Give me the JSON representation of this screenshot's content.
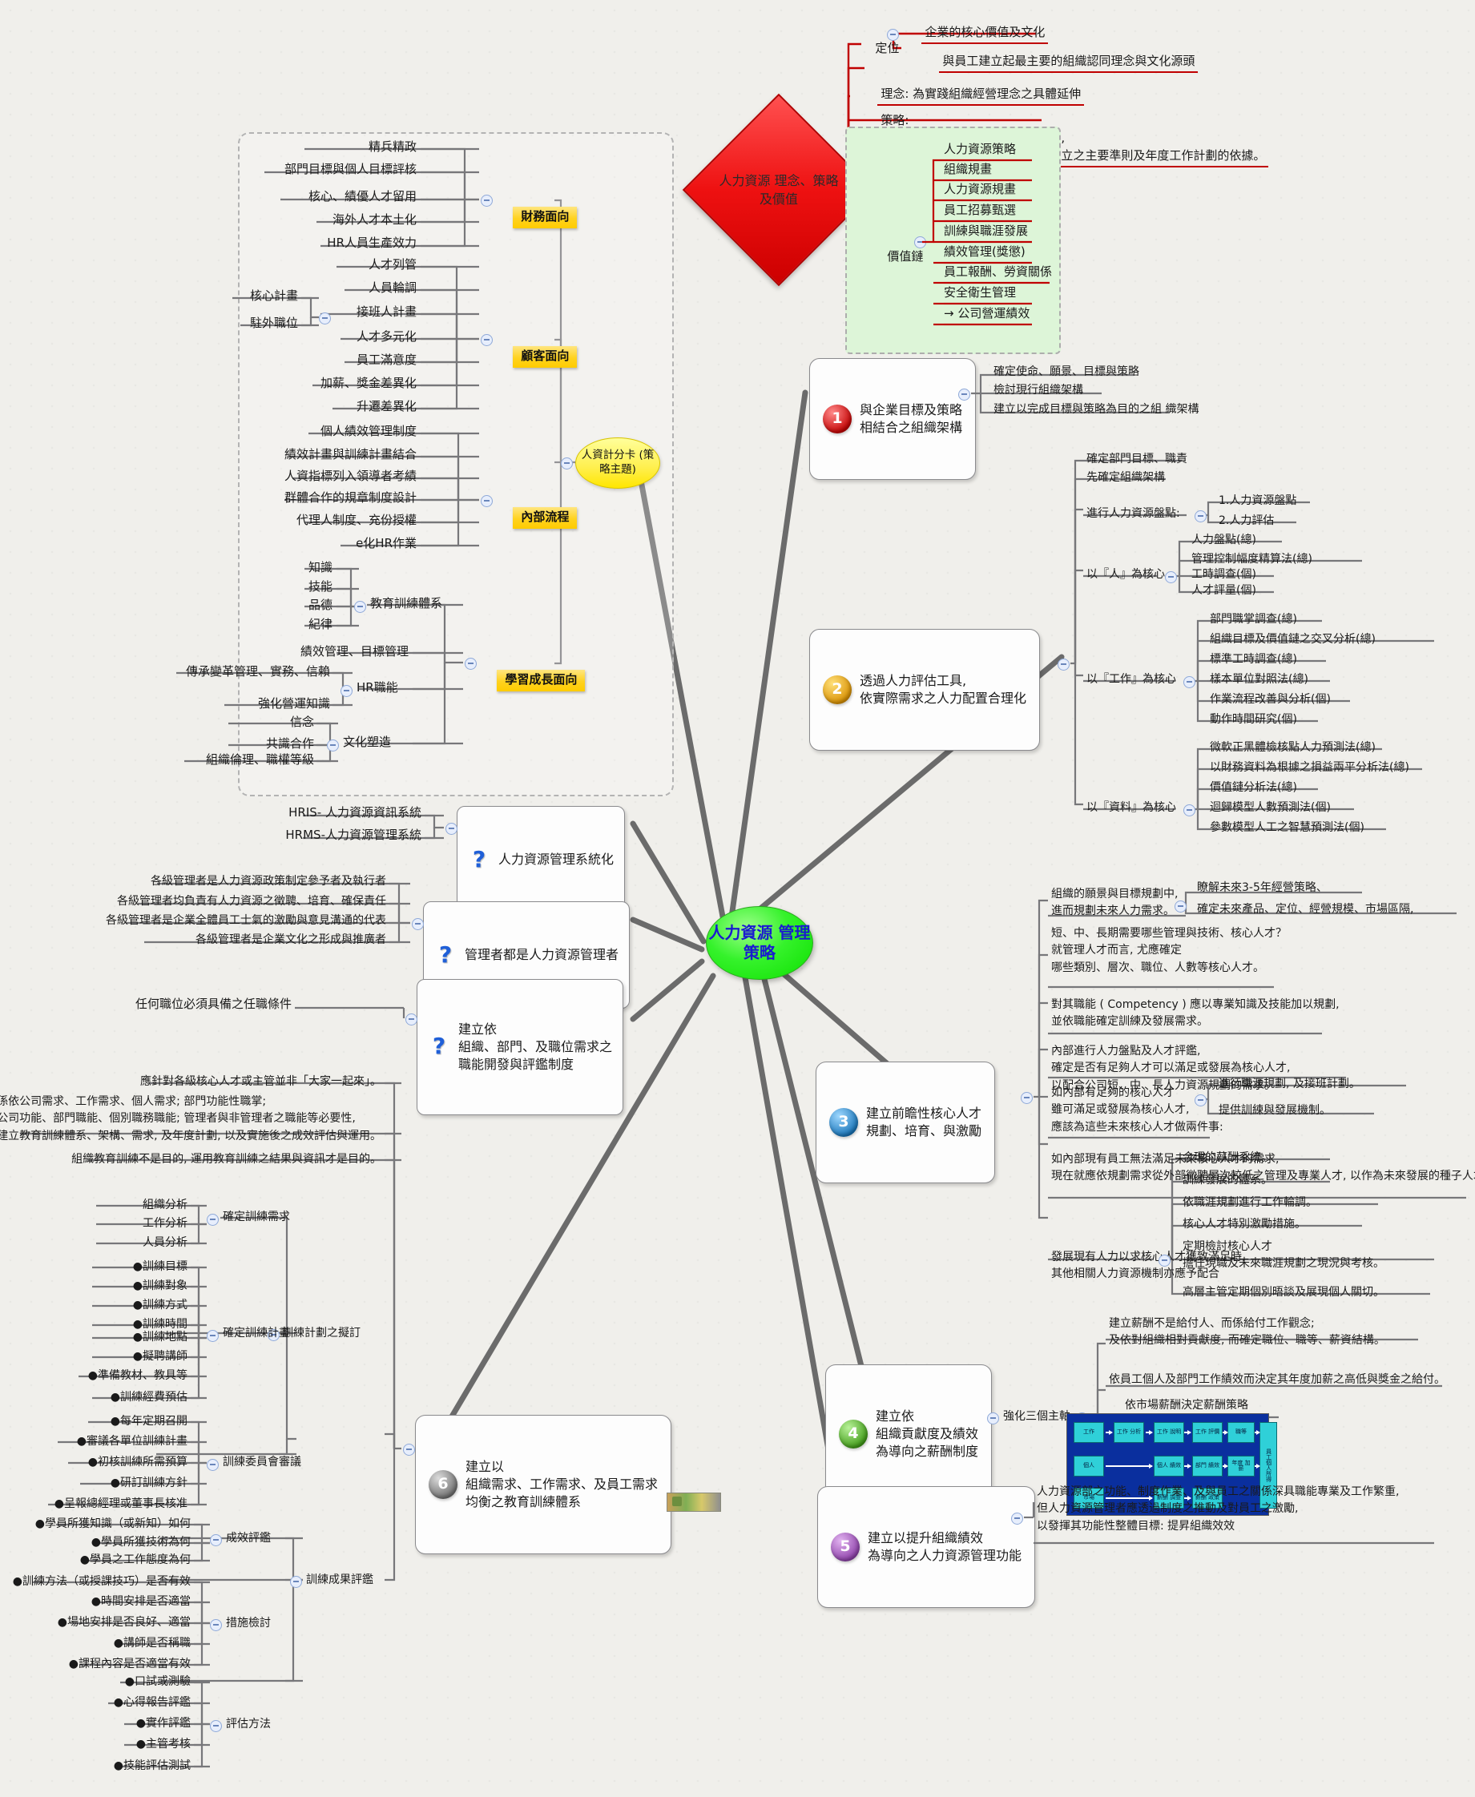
{
  "central": {
    "label": "人力資源\n管理策略"
  },
  "strategy_block": {
    "diamond": "人力資源\n理念、策略\n及價值",
    "items": [
      {
        "label": "定位",
        "children": [
          "企業的核心價值及文化",
          "與員工建立起最主要的組織認同理念與文化源頭"
        ]
      },
      {
        "label": "理念: 為實踐組織經營理念之具體延伸"
      },
      {
        "label": "策略:\n依組織策略所導引出之功能性策略,\n不獨為人力資源管理政策與制度建立之主要準則及年度工作計劃的依據。"
      }
    ],
    "value_chain": {
      "label": "價值鏈",
      "items": [
        "人力資源策略",
        "組織規畫",
        "人力資源規畫",
        "員工招募甄選",
        "訓練與職涯發展",
        "績效管理(獎懲)",
        "員工報酬、勞資關係",
        "安全衛生管理",
        "→ 公司營運績效"
      ]
    }
  },
  "scorecard": {
    "center": "人資計分卡\n(策略主題)",
    "perspectives": [
      {
        "name": "財務面向",
        "items": [
          "精兵精政",
          "部門目標與個人目標評核",
          "核心、績優人才留用",
          "海外人才本土化",
          "HR人員生產效力"
        ]
      },
      {
        "name": "顧客面向",
        "items": [
          "人才列管",
          "人員輪調",
          "接班人計畫",
          "人才多元化",
          "員工滿意度",
          "加薪、獎金差異化",
          "升遷差異化"
        ],
        "sub": {
          "parent": "接班人計畫",
          "items": [
            "核心計畫",
            "駐外職位"
          ]
        }
      },
      {
        "name": "內部流程",
        "items": [
          "個人績效管理制度",
          "績效計畫與訓練計畫結合",
          "人資指標列入領導者考績",
          "群體合作的規章制度設計",
          "代理人制度、充份授權",
          "e化HR作業"
        ]
      },
      {
        "name": "學習成長面向",
        "items": [
          "教育訓練體系",
          "績效管理、目標管理",
          "HR職能",
          "文化塑造"
        ],
        "subs": [
          {
            "parent": "教育訓練體系",
            "items": [
              "知識",
              "技能",
              "品德",
              "紀律"
            ]
          },
          {
            "parent": "HR職能",
            "items": [
              "傳承變革管理、實務、信賴",
              "強化營運知識"
            ]
          },
          {
            "parent": "文化塑造",
            "items": [
              "信念",
              "共識合作",
              "組織倫理、職權等級"
            ]
          }
        ]
      }
    ]
  },
  "question_branches": [
    {
      "label": "人力資源管理系統化",
      "icon": "question-icon",
      "items": [
        "HRIS- 人力資源資訊系統",
        "HRMS-人力資源管理系統"
      ]
    },
    {
      "label": "管理者都是人力資源管理者",
      "icon": "question-icon",
      "items": [
        "各級管理者是人力資源政策制定參予者及執行者",
        "各級管理者均負責有人力資源之徵聘、培育、確保責任",
        "各級管理者是企業全體員工士氣的激勵與意見溝通的代表",
        "各級管理者是企業文化之形成與推廣者"
      ]
    },
    {
      "label": "建立依\n組織、部門、及職位需求之\n職能開發與評鑑制度",
      "icon": "question-icon",
      "items": [
        "任何職位必須具備之任職條件"
      ]
    }
  ],
  "numbered_branches": [
    {
      "no": "1",
      "label": "與企業目標及策略\n相結合之組織架構",
      "items": [
        "確定使命、願景、目標與策略",
        "檢討現行組織架構",
        "建立以完成目標與策略為目的之組 織架構"
      ]
    },
    {
      "no": "2",
      "label": "透過人力評估工具,\n依實際需求之人力配置合理化",
      "items": [
        "確定部門目標、職責",
        "先確定組織架構"
      ],
      "groups": [
        {
          "label": "進行人力資源盤點:",
          "items": [
            "1.人力資源盤點",
            "2.人力評估"
          ]
        },
        {
          "label": "以『人』為核心",
          "items": [
            "人力盤點(總)",
            "管理控制幅度精算法(總)",
            "工時調查(個)",
            "人才評量(個)"
          ]
        },
        {
          "label": "以『工作』為核心",
          "items": [
            "部門職掌調查(總)",
            "組織目標及價值鏈之交叉分析(總)",
            "標準工時調查(總)",
            "樣本單位對照法(總)",
            "作業流程改善與分析(個)",
            "動作時間研究(個)"
          ]
        },
        {
          "label": "以『資料』為核心",
          "items": [
            "微軟正黑體檢核點人力預測法(總)",
            "以財務資料為根據之損益兩平分析法(總)",
            "價值鏈分析法(總)",
            "迴歸模型人數預測法(個)",
            "參數模型人工之智慧預測法(個)"
          ]
        }
      ]
    },
    {
      "no": "3",
      "label": "建立前瞻性核心人才\n規劃、培育、與激勵",
      "items": [
        "組織的願景與目標規劃中,\n進而規劃未來人力需求。",
        "短、中、長期需要哪些管理與技術、核心人才？\n就管理人才而言, 尤應確定\n哪些類別、層次、職位、人數等核心人才。",
        "對其職能 ( Competency ) 應以專業知識及技能加以規劃,\n並依職能確定訓練及發展需求。",
        "內部進行人力盤點及人才評鑑,\n確定是否有足夠人才可以滿足或發展為核心人才,\n以配合公司短、中、長人力資源規劃的需求。"
      ],
      "first_sub": [
        "瞭解未來3-5年經營策略、",
        "確定未來產品、定位、經營規模、市場區隔,"
      ],
      "two_things": {
        "label": "如內部有足夠的核心人才\n雖可滿足或發展為核心人才,\n應該為這些未來核心人才做兩件事:",
        "items": [
          "進行職涯規劃, 及接班計劃。",
          "提供訓練與發展機制。"
        ]
      },
      "external": "如內部現有員工無法滿足未來核心人才的需求,\n現在就應依規劃需求從外部徵聘層次較低之管理及專業人才, 以作為未來發展的種子人才。",
      "mechanisms": {
        "label": "發展現有人力以求核心人才獲致滿足時,\n其他相關人力資源機制亦應予配合",
        "items": [
          "合理的薪酬系統。",
          "訓練發展的體系。",
          "依職涯規劃進行工作輪調。",
          "核心人才特別激勵措施。",
          "定期檢討核心人才\n擔任現職及未來職涯規劃之現況與考核。",
          "高層主管定期個別晤談及展現個人關切。"
        ]
      }
    },
    {
      "no": "4",
      "label": "建立依\n組織貢獻度及績效\n為導向之薪酬制度",
      "axis_label": "強化三個主軸",
      "items": [
        "建立薪酬不是給付人、而係給付工作觀念;\n及依對組織相對貢獻度, 而確定職位、職等、薪資結構。",
        "依員工個人及部門工作績效而決定其年度加薪之高低與獎金之給付。"
      ],
      "diagram_title": "依市場薪酬決定薪酬策略",
      "diagram_cells": [
        "工作",
        "工作\n分析",
        "工作\n說明",
        "工作\n評價",
        "職等",
        "個人",
        "個人\n績效",
        "部門\n績效",
        "年度\n加薪",
        "市場",
        "薪酬\n調查",
        "薪酬\n政策",
        "員工個人所得"
      ]
    },
    {
      "no": "5",
      "label": "建立以提升組織績效\n為導向之人力資源管理功能",
      "items": [
        "人力資源部之功能、制度作業、及與員工之關係深具職能專業及工作繁重,\n但人力資源管理者應透過制度之推動及對員工之激勵,\n以發揮其功能性整體目標: 提昇組織效效"
      ]
    },
    {
      "no": "6",
      "label": "建立以\n組織需求、工作需求、及員工需求\n均衡之教育訓練體系",
      "items": [
        "應針對各級核心人才或主管並非「大家一起來」。",
        "係依公司需求、工作需求、個人需求; 部門功能性職掌;\n公司功能、部門職能、個別職務職能; 管理者與非管理者之職能等必要性,\n建立教育訓練體系、架構、需求, 及年度計劃, 以及實施後之成效評估與運用。",
        "組織教育訓練不是目的, 運用教育訓練之結果與資訊才是目的。"
      ],
      "plan": {
        "label": "訓練計劃之擬訂",
        "groups": [
          {
            "label": "確定訓練需求",
            "items": [
              "組織分析",
              "工作分析",
              "人員分析"
            ]
          },
          {
            "label": "確定訓練計畫",
            "items": [
              "●訓練目標",
              "●訓練對象",
              "●訓練方式",
              "●訓練時間",
              "●訓練地點",
              "●擬聘講師",
              "●準備教材、教具等",
              "●訓練經費預估"
            ]
          },
          {
            "label": "訓練委員會審議",
            "items": [
              "●每年定期召開",
              "●審議各單位訓練計畫",
              "●初核訓練所需預算",
              "●研訂訓練方針",
              "●呈報總經理或董事長核准"
            ]
          }
        ]
      },
      "evaluation": {
        "label": "訓練成果評鑑",
        "groups": [
          {
            "label": "成效評鑑",
            "items": [
              "●學員所獲知識（或新知）如何",
              "●學員所獲技術為何",
              "●學員之工作態度為何"
            ]
          },
          {
            "label": "措施檢討",
            "items": [
              "●訓練方法（或授課技巧）是否有效",
              "●時間安排是否適當",
              "●場地安排是否良好、適當",
              "●講師是否稱職",
              "●課程內容是否適當有效"
            ]
          },
          {
            "label": "評估方法",
            "items": [
              "●口試或測驗",
              "●心得報告評鑑",
              "●實作評鑑",
              "●主管考核",
              "●技能評估測試"
            ]
          }
        ]
      }
    }
  ],
  "colors": {
    "central_green": "#0ee000",
    "central_text_blue": "#1a1ad0",
    "diamond_red": "#ee1111",
    "highlight_yellow": "#ffcc00",
    "value_chain_green": "#ddf5d8",
    "red_line": "#c00000",
    "grey_line": "#77777a",
    "background": "#f0efeb"
  }
}
